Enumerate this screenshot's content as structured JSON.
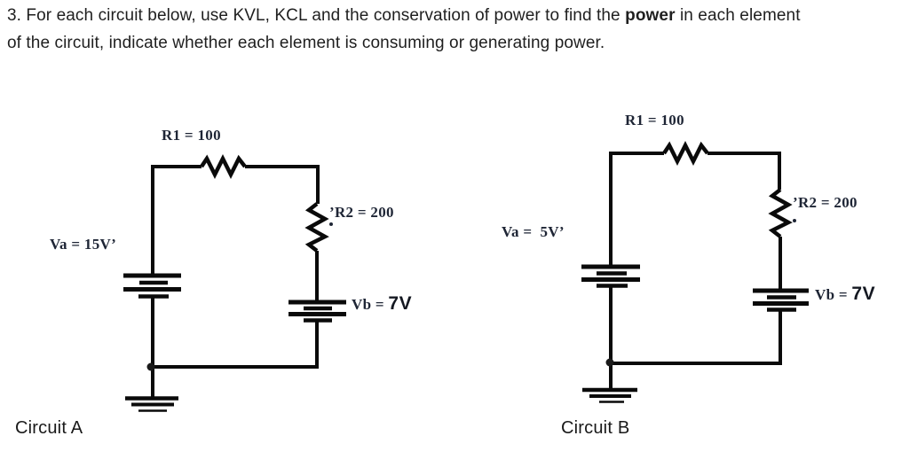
{
  "heading": {
    "line1_pre": "3. For each circuit below, use KVL, KCL and the conservation of power to find the ",
    "line1_bold": "power",
    "line1_post": " in each element",
    "line2": "of the circuit, indicate whether each element is consuming or generating power."
  },
  "circuit_a": {
    "caption": "Circuit A",
    "r1_label": "R1 = 100",
    "r2_label": "’R2 = 200",
    "va_label": "Va = 15V’",
    "vb_prefix": "Vb = ",
    "vb_value": "7V"
  },
  "circuit_b": {
    "caption": "Circuit B",
    "r1_label": "R1 = 100",
    "r2_label": "’R2 = 200",
    "va_label": "Va =  5V’",
    "vb_prefix": "Vb = ",
    "vb_value": "7V"
  },
  "colors": {
    "wire": "#0a0a0a",
    "component_label": "#1e2535",
    "body_text": "#1f1f1f"
  }
}
